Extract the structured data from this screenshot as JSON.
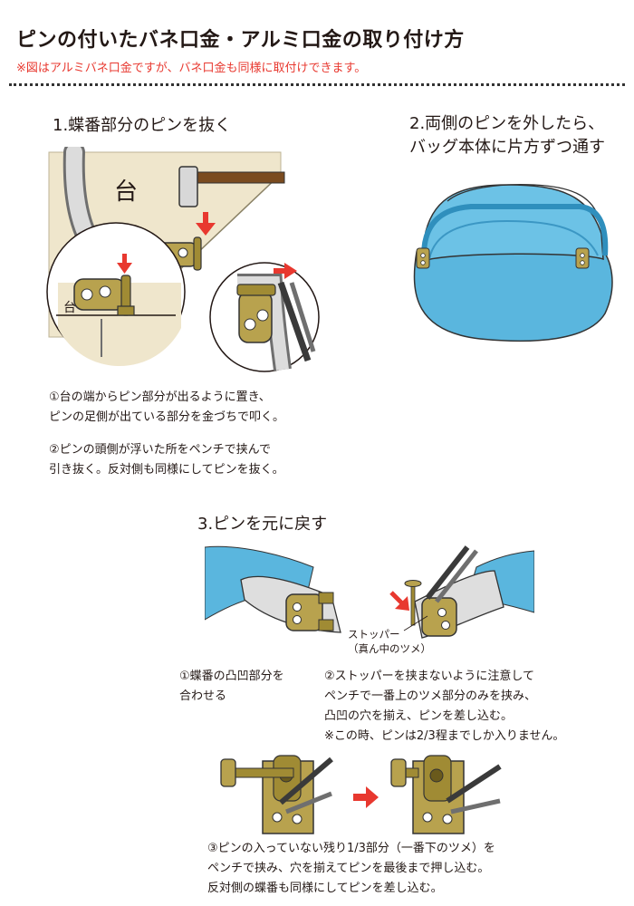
{
  "header": {
    "title": "ピンの付いたバネ口金・アルミ口金の取り付け方",
    "note": "※図はアルミバネ口金ですが、バネ口金も同様に取付けできます。"
  },
  "step1": {
    "heading": "1.蝶番部分のピンを抜く",
    "table_label": "台",
    "inset_table_label": "台",
    "instruction1": [
      "①台の端からピン部分が出るように置き、",
      "ピンの足側が出ている部分を金づちで叩く。"
    ],
    "instruction2": [
      "②ピンの頭側が浮いた所をペンチで挟んで",
      "引き抜く。反対側も同様にしてピンを抜く。"
    ]
  },
  "step2": {
    "heading": [
      "2.両側のピンを外したら、",
      "バッグ本体に片方ずつ通す"
    ]
  },
  "step3": {
    "heading": "3.ピンを元に戻す",
    "stopper_label": [
      "ストッパー",
      "（真ん中のツメ）"
    ],
    "instruction1": [
      "①蝶番の凸凹部分を",
      "合わせる"
    ],
    "instruction2": [
      "②ストッパーを挟まないように注意して",
      "ペンチで一番上のツメ部分のみを挟み、",
      "凸凹の穴を揃え、ピンを差し込む。",
      "※この時、ピンは2/3程までしか入りません。"
    ],
    "instruction3": [
      "③ピンの入っていない残り1/3部分（一番下のツメ）を",
      "ペンチで挟み、穴を揃えてピンを最後まで押し込む。",
      "反対側の蝶番も同様にしてピンを差し込む。"
    ]
  },
  "colors": {
    "accent_red": "#e8382f",
    "fabric_blue": "#5ab6de",
    "brass": "#b8a24e",
    "table_beige": "#efe6cc",
    "frame_gray": "#d9dadb"
  }
}
